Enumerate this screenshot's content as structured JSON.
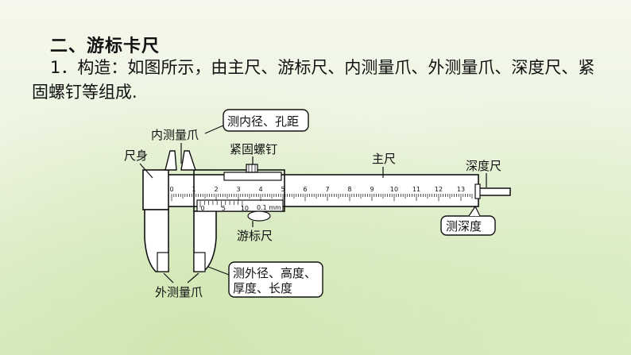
{
  "section": {
    "title": "二、游标卡尺"
  },
  "intro": {
    "text": "1．构造：如图所示，由主尺、游标尺、内测量爪、外测量爪、深度尺、紧固螺钉等组成."
  },
  "diagram": {
    "labels": {
      "inner_jaw": "内测量爪",
      "body": "尺身",
      "screw": "紧固螺钉",
      "main_scale": "主尺",
      "depth_rod": "深度尺",
      "vernier": "游标尺",
      "outer_jaw": "外测量爪"
    },
    "callouts": {
      "inner": "测内径、孔距",
      "depth": "测深度",
      "outer_line1": "测外径、高度、",
      "outer_line2": "厚度、长度"
    },
    "main_ticks": [
      "0",
      "1",
      "2",
      "3",
      "4",
      "5",
      "6",
      "7",
      "8",
      "9",
      "10",
      "11",
      "12",
      "13"
    ],
    "vernier_ticks": [
      "0",
      "5",
      "10"
    ],
    "vernier_unit": "0.1 mm"
  },
  "colors": {
    "text": "#111111",
    "bg": "#eef5e4",
    "callout_fill": "#ffffff"
  }
}
